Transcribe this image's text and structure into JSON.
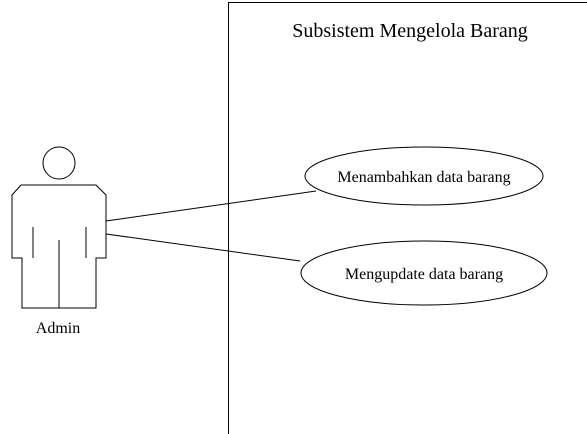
{
  "diagram": {
    "system_boundary": {
      "title": "Subsistem Mengelola Barang"
    },
    "actor": {
      "name": "Admin"
    },
    "use_cases": [
      {
        "label": "Menambahkan data barang"
      },
      {
        "label": "Mengupdate data barang"
      }
    ],
    "colors": {
      "stroke": "#000000",
      "fill": "#ffffff"
    }
  }
}
